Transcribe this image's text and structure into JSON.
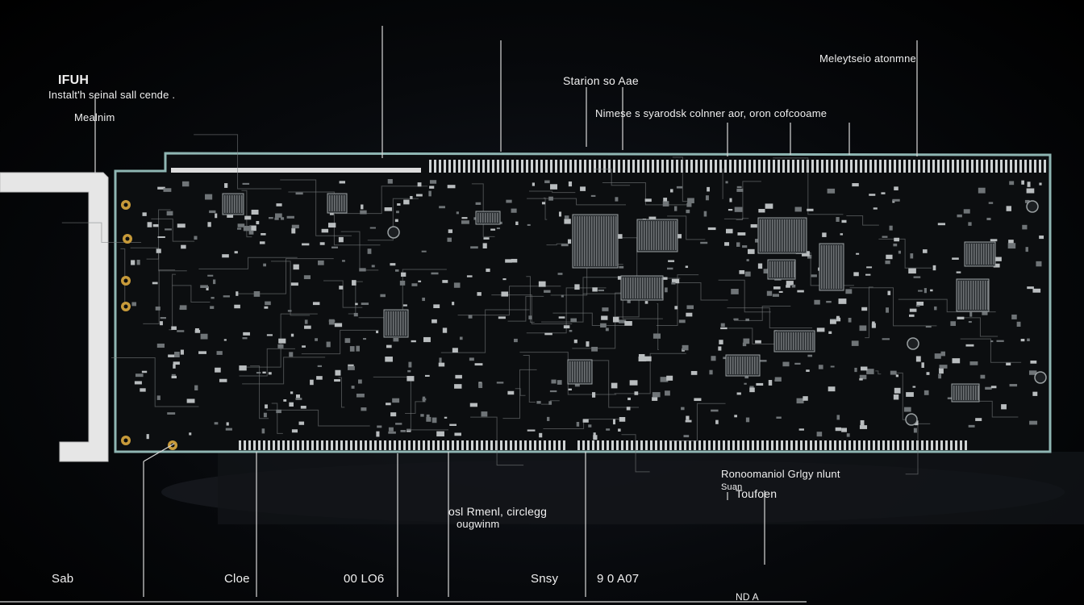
{
  "labels": {
    "left_title": "IFUH",
    "left_sub": "Instalt'h seinal sall cende .",
    "left_sub2": "Mealnim",
    "top_center": "Starion so Aae",
    "top_center_sub": "Nimese s syarodsk colnner aor, oron cofcooame",
    "top_right": "Meleytseio atonmne",
    "right_mid_1": "Ronoomaniol Grlgy nlunt",
    "right_mid_2": "Suan",
    "right_mid_3": "Toufoen",
    "center_mid_1": "osl Rmenl, circlegg",
    "center_mid_2": "ougwinm",
    "bottom_1": "Sab",
    "bottom_2": "Cloe",
    "bottom_3": "00 LO6",
    "bottom_4": "Snsy",
    "bottom_5": "9 0 A07",
    "bottom_6": "ND A"
  },
  "colors": {
    "board": "#0c0e10",
    "board_edge": "#8fb6b3",
    "trace": "#7d8184",
    "bracket": "#e6e6e6",
    "gold": "#c79a3a",
    "leader": "#d8d8d8"
  }
}
